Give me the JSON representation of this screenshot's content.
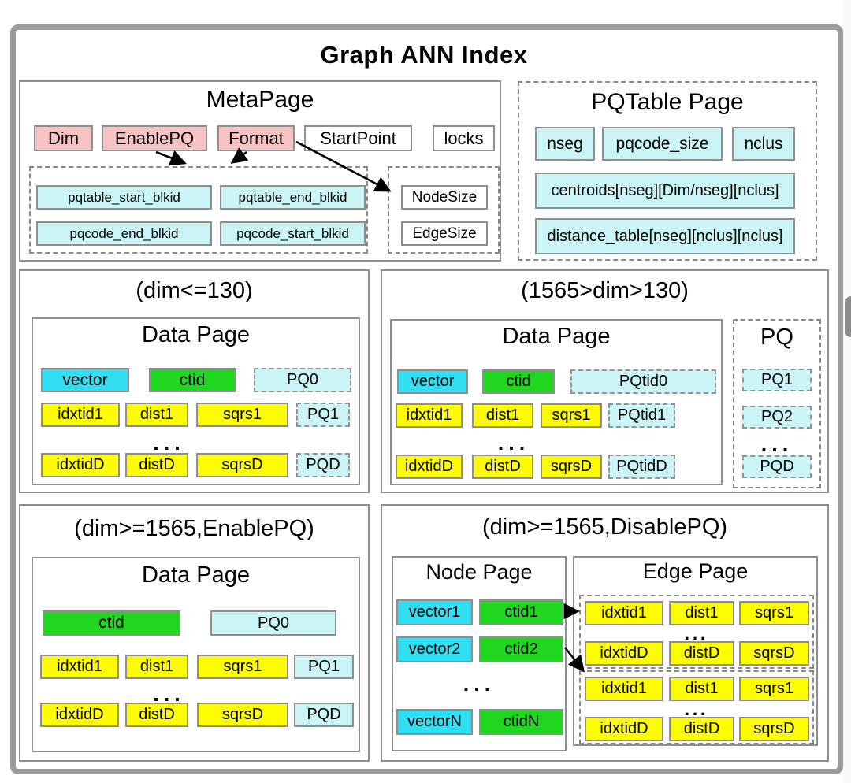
{
  "page": {
    "title": "Graph ANN Index"
  },
  "colors": {
    "pink": "#f9c2c2",
    "pale_cyan": "#cbf4f6",
    "bright_cyan": "#30e0f2",
    "green": "#1fd71f",
    "yellow": "#fdfd00",
    "border_gray": "#8f8f8f"
  },
  "meta": {
    "title": "MetaPage",
    "chips": {
      "dim": "Dim",
      "enablepq": "EnablePQ",
      "format": "Format",
      "startpoint": "StartPoint",
      "locks": "locks"
    },
    "blkids": {
      "r1c1": "pqtable_start_blkid",
      "r1c2": "pqtable_end_blkid",
      "r2c1": "pqcode_end_blkid",
      "r2c2": "pqcode_start_blkid"
    },
    "sizes": {
      "node": "NodeSize",
      "edge": "EdgeSize"
    }
  },
  "pqtable": {
    "title": "PQTable Page",
    "nseg": "nseg",
    "pqcode_size": "pqcode_size",
    "nclus": "nclus",
    "centroids": "centroids[nseg][Dim/nseg][nclus]",
    "distance_table": "distance_table[nseg][nclus][nclus]"
  },
  "sec_small": {
    "heading": "(dim<=130)",
    "page_title": "Data Page",
    "vector": "vector",
    "ctid": "ctid",
    "pq0": "PQ0",
    "r1": {
      "a": "idxtid1",
      "b": "dist1",
      "c": "sqrs1",
      "d": "PQ1"
    },
    "dots": "...",
    "rD": {
      "a": "idxtidD",
      "b": "distD",
      "c": "sqrsD",
      "d": "PQD"
    }
  },
  "sec_mid": {
    "heading": "(1565>dim>130)",
    "page_title": "Data Page",
    "vector": "vector",
    "ctid": "ctid",
    "pqtid0": "PQtid0",
    "r1": {
      "a": "idxtid1",
      "b": "dist1",
      "c": "sqrs1",
      "d": "PQtid1"
    },
    "dots": "...",
    "rD": {
      "a": "idxtidD",
      "b": "distD",
      "c": "sqrsD",
      "d": "PQtidD"
    },
    "pq_col": {
      "title": "PQ",
      "items": [
        "PQ1",
        "PQ2",
        "...",
        "PQD"
      ]
    }
  },
  "sec_large_pq": {
    "heading": "(dim>=1565,EnablePQ)",
    "page_title": "Data Page",
    "ctid": "ctid",
    "pq0": "PQ0",
    "r1": {
      "a": "idxtid1",
      "b": "dist1",
      "c": "sqrs1",
      "d": "PQ1"
    },
    "dots": "...",
    "rD": {
      "a": "idxtidD",
      "b": "distD",
      "c": "sqrsD",
      "d": "PQD"
    }
  },
  "sec_large_nopq": {
    "heading": "(dim>=1565,DisablePQ)",
    "node_page": {
      "title": "Node Page",
      "rows": [
        [
          "vector1",
          "ctid1"
        ],
        [
          "vector2",
          "ctid2"
        ]
      ],
      "dots": "...",
      "last": [
        "vectorN",
        "ctidN"
      ]
    },
    "edge_page": {
      "title": "Edge Page",
      "blocks": [
        {
          "r1": {
            "a": "idxtid1",
            "b": "dist1",
            "c": "sqrs1"
          },
          "dots": "...",
          "rD": {
            "a": "idxtidD",
            "b": "distD",
            "c": "sqrsD"
          }
        },
        {
          "r1": {
            "a": "idxtid1",
            "b": "dist1",
            "c": "sqrs1"
          },
          "dots": "...",
          "rD": {
            "a": "idxtidD",
            "b": "distD",
            "c": "sqrsD"
          }
        }
      ]
    }
  }
}
